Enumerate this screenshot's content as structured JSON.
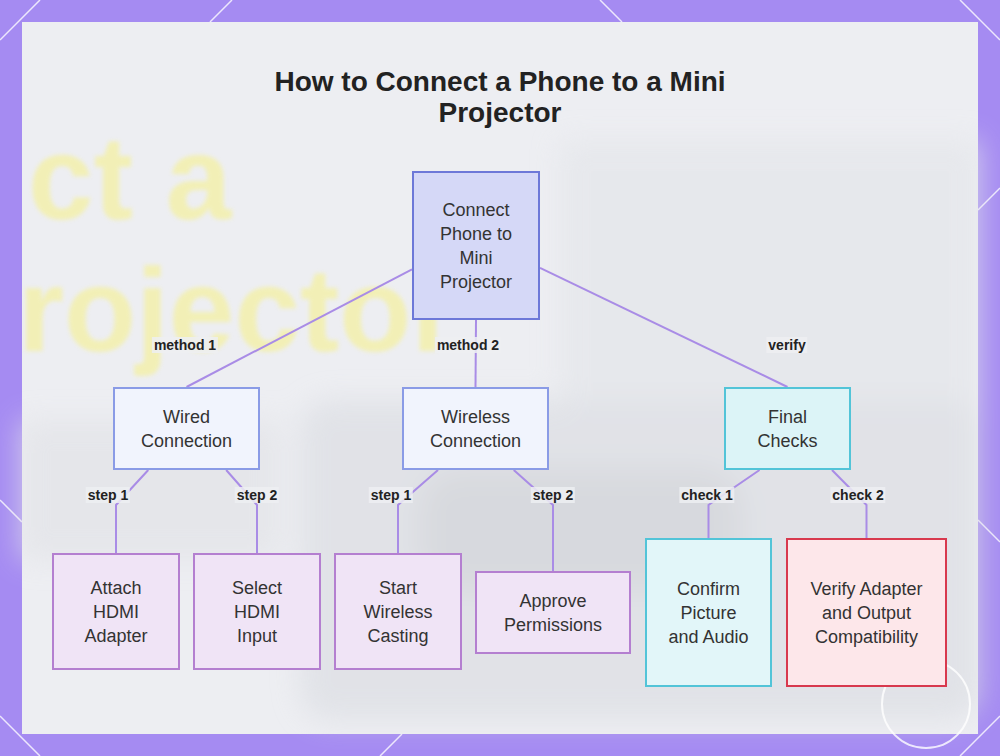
{
  "diagram": {
    "title": "How to Connect a Phone to a Mini Projector",
    "nodes": [
      {
        "text": [
          "Connect Phone to Mini Projector"
        ]
      },
      {
        "text": [
          "Wired Connection"
        ]
      },
      {
        "text": [
          "Wireless Connection"
        ]
      },
      {
        "text": [
          "Final Checks"
        ]
      },
      {
        "text": [
          "Attach HDMI Adapter"
        ]
      },
      {
        "text": [
          "Select HDMI Input"
        ]
      },
      {
        "text": [
          "Start Wireless Casting"
        ]
      },
      {
        "text": [
          "Approve Permissions"
        ]
      },
      {
        "text": [
          "Confirm Picture and Audio"
        ]
      },
      {
        "text": [
          "Verify Adapter and Output Compatibility"
        ]
      }
    ],
    "edges": [
      {
        "from": 0,
        "to": 1,
        "label": "method 1",
        "arrow": "none"
      },
      {
        "from": 0,
        "to": 2,
        "label": "method 2",
        "arrow": "none"
      },
      {
        "from": 0,
        "to": 3,
        "label": "verify",
        "arrow": "none"
      },
      {
        "from": 1,
        "to": 4,
        "label": "step 1",
        "arrow": "none"
      },
      {
        "from": 1,
        "to": 5,
        "label": "step 2",
        "arrow": "none"
      },
      {
        "from": 2,
        "to": 6,
        "label": "step 1",
        "arrow": "none"
      },
      {
        "from": 2,
        "to": 7,
        "label": "step 2",
        "arrow": "none"
      },
      {
        "from": 3,
        "to": 8,
        "label": "check 1",
        "arrow": "none"
      },
      {
        "from": 3,
        "to": 9,
        "label": "check 2",
        "arrow": "none"
      }
    ],
    "labels": [
      "ct a",
      "rojector"
    ]
  }
}
